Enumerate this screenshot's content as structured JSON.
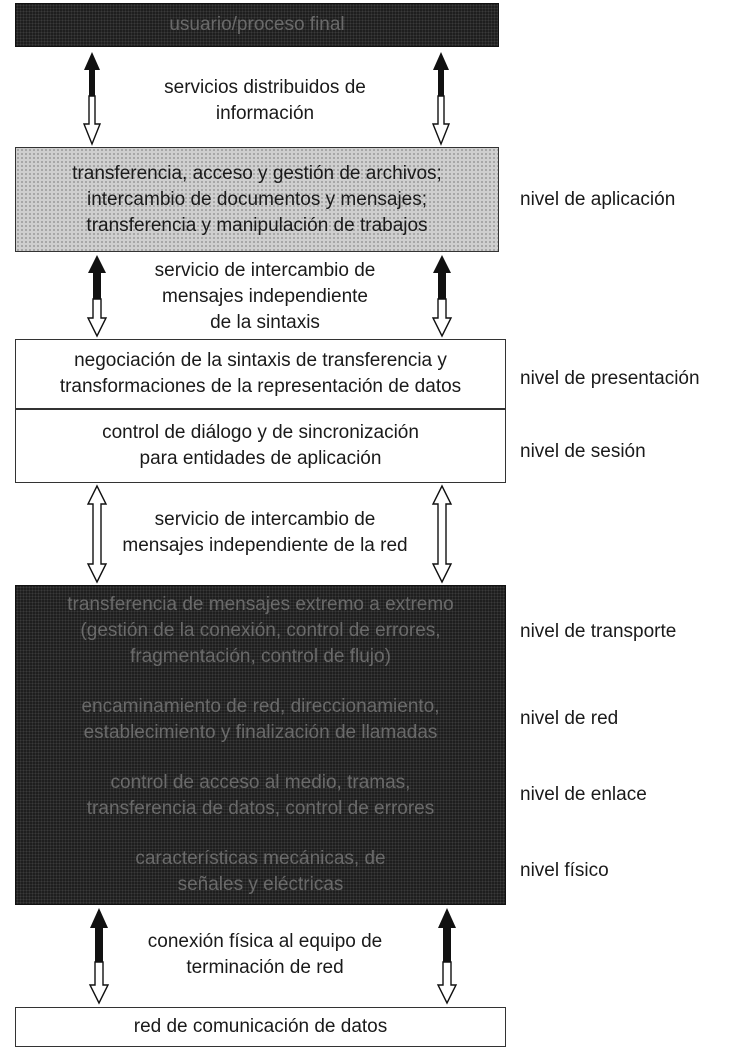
{
  "top_box": {
    "text": "usuario/proceso final"
  },
  "service_1": {
    "lines": [
      "servicios distribuidos de",
      "información"
    ]
  },
  "application_box": {
    "lines": [
      "transferencia, acceso y gestión de archivos;",
      "intercambio de documentos y mensajes;",
      "transferencia y manipulación de trabajos"
    ]
  },
  "service_2": {
    "lines": [
      "servicio de intercambio de",
      "mensajes independiente",
      "de la sintaxis"
    ]
  },
  "presentation_box": {
    "lines": [
      "negociación de la sintaxis de transferencia y",
      "transformaciones de la representación de datos"
    ]
  },
  "session_box": {
    "lines": [
      "control de diálogo y de sincronización",
      "para entidades de aplicación"
    ]
  },
  "service_3": {
    "lines": [
      "servicio de intercambio de",
      "mensajes independiente de la red"
    ]
  },
  "lower_box": {
    "lines": [
      "transferencia de mensajes extremo a extremo",
      "(gestión de la conexión, control de errores,",
      "fragmentación, control de flujo)",
      "encaminamiento de red, direccionamiento,",
      "establecimiento y finalización de llamadas",
      "control de acceso al medio, tramas,",
      "transferencia de datos, control de errores",
      "características mecánicas, de",
      "señales y eléctricas"
    ]
  },
  "service_4": {
    "lines": [
      "conexión física al equipo de",
      "terminación de red"
    ]
  },
  "bottom_box": {
    "text": "red de comunicación de datos"
  },
  "levels": {
    "application": "nivel de aplicación",
    "presentation": "nivel de presentación",
    "session": "nivel de sesión",
    "transport": "nivel de transporte",
    "network": "nivel de red",
    "link": "nivel de enlace",
    "physical": "nivel físico"
  }
}
